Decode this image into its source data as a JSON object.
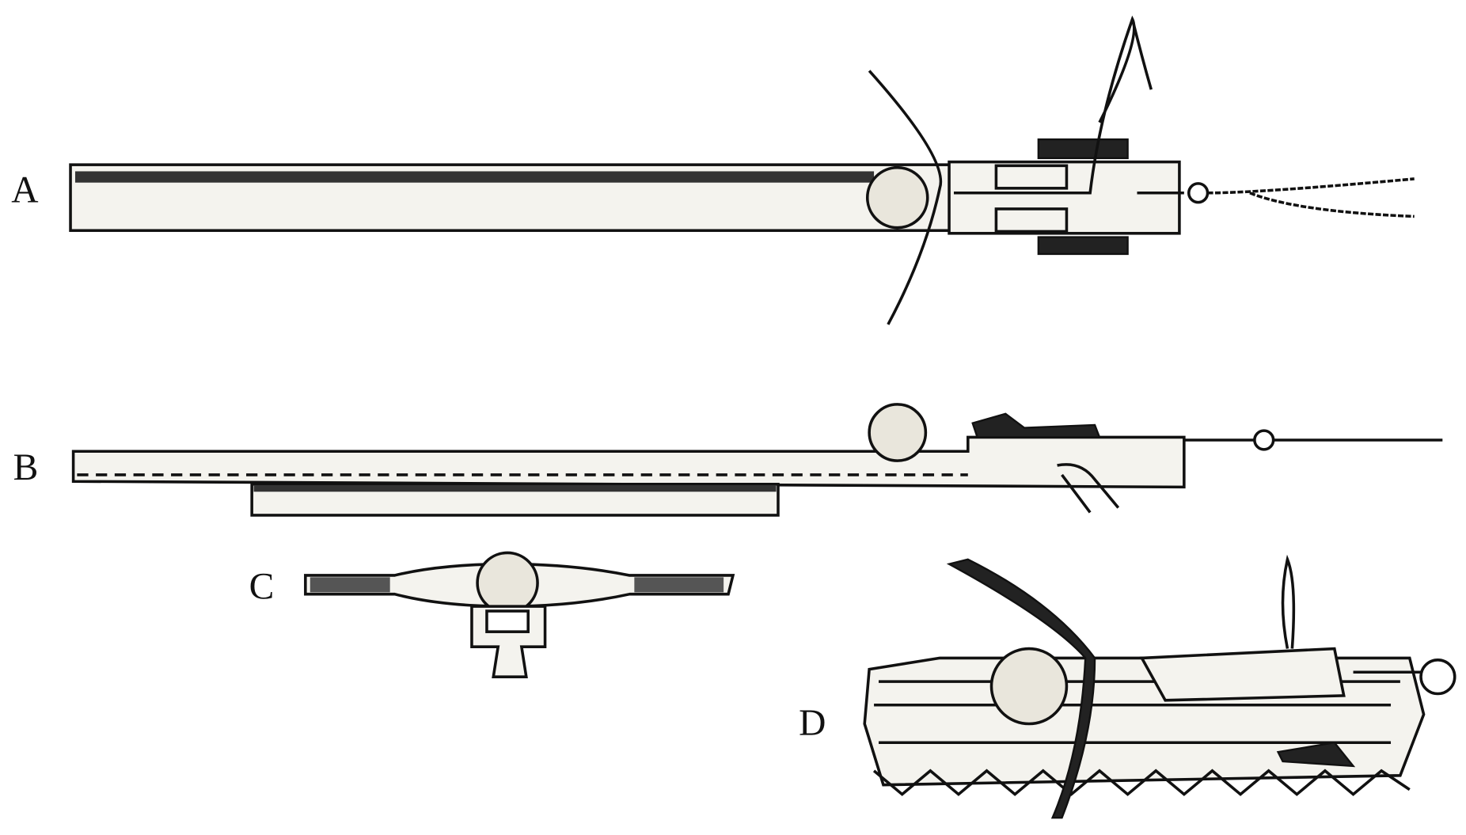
{
  "figure": {
    "labels": {
      "a": "A",
      "b": "B",
      "c": "C",
      "d": "D"
    },
    "colors": {
      "ink": "#111111",
      "paper": "#ffffff"
    }
  }
}
